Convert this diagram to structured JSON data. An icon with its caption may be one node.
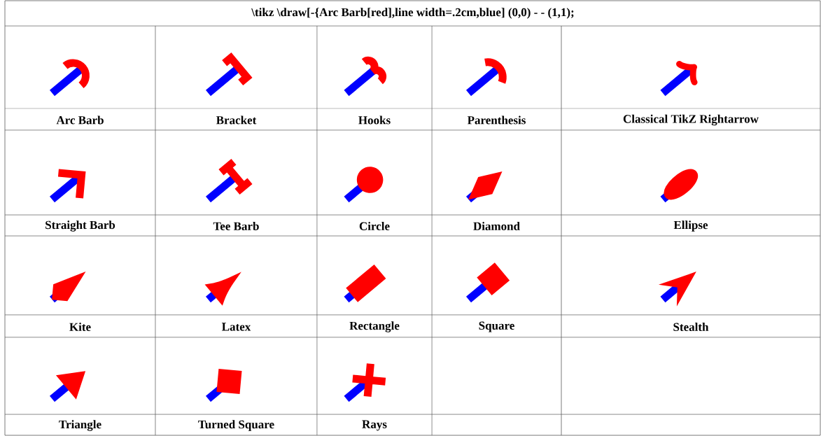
{
  "diagram": {
    "title": "\\tikz \\draw[-{Arc Barb[red],line width=.2cm,blue] (0,0) - - (1,1);",
    "labels": [
      "Arc Barb",
      "Bracket",
      "Hooks",
      "Parenthesis",
      "Classical TikZ Rightarrow",
      "Straight Barb",
      "Tee Barb",
      "Circle",
      "Diamond",
      "Ellipse",
      "Kite",
      "Latex",
      "Rectangle",
      "Square",
      "Stealth",
      "Triangle",
      "Turned Square",
      "Rays"
    ]
  }
}
